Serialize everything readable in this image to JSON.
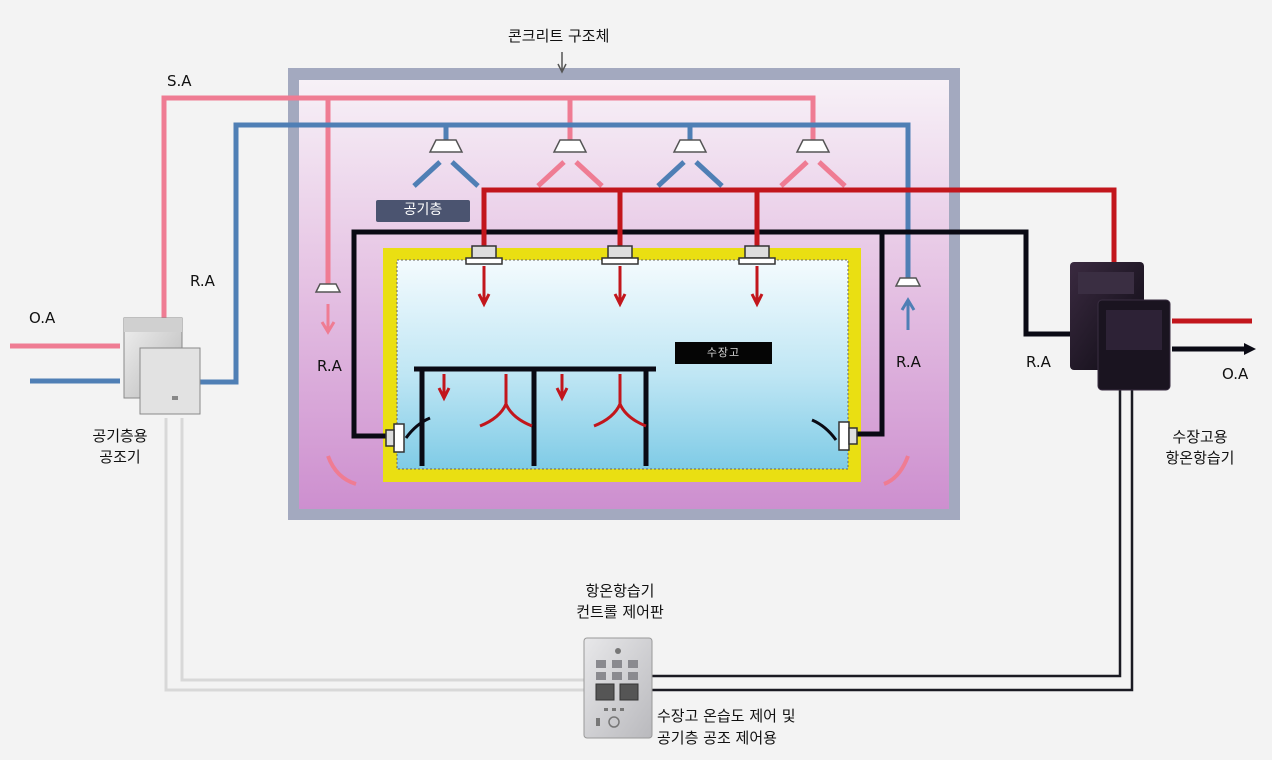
{
  "labels": {
    "structure": "콘크리트 구조체",
    "sa": "S.A",
    "ra_left_outer": "R.A",
    "ra_left_inner": "R.A",
    "ra_right_inner": "R.A",
    "ra_right_outer": "R.A",
    "oa_left": "O.A",
    "oa_right": "O.A",
    "air_layer": "공기층",
    "storage_sign": "수장고",
    "ahu_line1": "공기층용",
    "ahu_line2": "공조기",
    "unit_line1": "수장고용",
    "unit_line2": "항온항습기",
    "panel_line1": "항온항습기",
    "panel_line2": "컨트롤 제어판",
    "panel_desc_line1": "수장고 온습도 제어 및",
    "panel_desc_line2": "공기층 공조 제어용"
  },
  "colors": {
    "supply_pink": "#ef7c93",
    "return_blue": "#4f7fb5",
    "supply_red": "#c2161c",
    "return_black": "#0a0a14",
    "concrete": "#a3a9bf",
    "storage_frame": "#eadf12",
    "control_wire": "#d8d8d8"
  }
}
